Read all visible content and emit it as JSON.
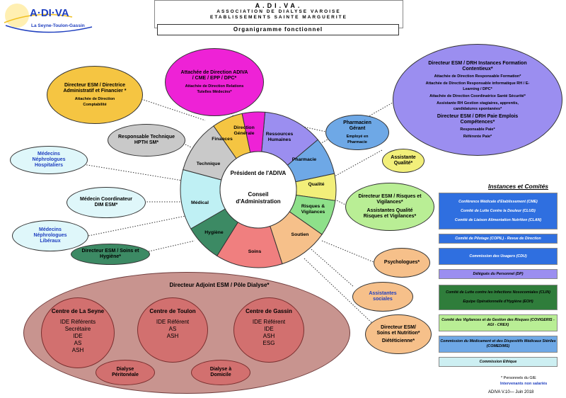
{
  "logo": {
    "name": "A·DI·VA",
    "subtitle": "La Seyne-Toulon-Gassin"
  },
  "header": {
    "title": "A.DI.VA.",
    "line1": "ASSOCIATION DE DIALYSE VAROISE",
    "line2": "ETABLISSEMENTS SAINTE MARGUERITE",
    "org_title": "Organigramme fonctionnel"
  },
  "center": {
    "president": "Président de l'ADIVA",
    "conseil": "Conseil d'Administration"
  },
  "sectors": [
    {
      "label": "Ressources Humaines",
      "color": "#9b8ef0"
    },
    {
      "label": "Pharmacie",
      "color": "#6ea8e6"
    },
    {
      "label": "Qualité",
      "color": "#f2ef7a"
    },
    {
      "label": "Risques & Vigilances",
      "color": "#8ee08a"
    },
    {
      "label": "Soutien",
      "color": "#f6c08a"
    },
    {
      "label": "Soins",
      "color": "#f07f7f"
    },
    {
      "label": "Hygiène",
      "color": "#3c8a64"
    },
    {
      "label": "Médical",
      "color": "#bff0f4"
    },
    {
      "label": "Technique",
      "color": "#c9c9c9"
    },
    {
      "label": "Finances",
      "color": "#f5c542"
    },
    {
      "label": "Direction Générale",
      "color": "#ee22d6"
    }
  ],
  "bubbles": {
    "attachee_direction": {
      "title": "Attachée de Direction ADIVA / CME / EPP / DPC*",
      "sub": "Attachée de Direction Relations Tutelles Médecins*",
      "color": "#ee22d6"
    },
    "directeur_esm_admin": {
      "title": "Directeur ESM / Directrice Administratif et Financier *",
      "sub": "Attachée de Direction Comptabilité",
      "color": "#f5c542"
    },
    "responsable_technique": {
      "title": "Responsable Technique HPTH SM*",
      "color": "#c9c9c9"
    },
    "medecins_hospitaliers": {
      "title": "Médecins Néphrologues Hospitaliers",
      "color": "#dff7fa"
    },
    "medecin_dim": {
      "title": "Médecin Coordinateur DIM ESM*",
      "color": "#dff7fa"
    },
    "medecins_liberaux": {
      "title": "Médecins Néphrologues Libéraux",
      "color": "#dff7fa"
    },
    "directeur_hygiene": {
      "title": "Directeur ESM / Soins et Hygiène*",
      "color": "#3c8a64"
    },
    "pharmacien": {
      "title": "Pharmacien Gérant",
      "sub": "Employé en Pharmacie",
      "color": "#6ea8e6"
    },
    "assistante_qualite": {
      "title": "Assistante Qualité*",
      "color": "#f2ef7a"
    },
    "directeur_risques": {
      "title": "Directeur ESM / Risques et Vigilances*",
      "sub": "Assistantes Qualité Risques et Vigilances*",
      "color": "#b9ee95"
    },
    "psychologues": {
      "title": "Psychologues*",
      "color": "#f6c08a"
    },
    "assistantes_sociales": {
      "title": "Assistantes sociales",
      "color": "#f6c08a"
    },
    "directeur_nutrition": {
      "title": "Directeur ESM/ Soins et Nutrition*",
      "sub": "Diététicienne*",
      "color": "#f6c08a"
    },
    "drh": {
      "title": "Directeur ESM / DRH Instances Formation Contentieux*",
      "items": [
        "Attachée de Direction Responsable Formation*",
        "Attachée de Direction Responsable informatique RH / E-Learning / DPC*",
        "Attachée de Direction Coordinatrice Santé Sécurité*",
        "Assistante RH Gestion stagiaires, apprentis, candidatures spontanées*"
      ],
      "title2": "Directeur ESM / DRH Paie Emplois Compétences*",
      "items2": [
        "Responsable Paie*",
        "Référente Paie*"
      ],
      "color": "#9b8ef0"
    }
  },
  "pole": {
    "title": "Directeur Adjoint ESM / Pôle Dialyse*",
    "centres": [
      {
        "name": "Centre de La Seyne",
        "lines": [
          "IDE Référents",
          "Secrétaire",
          "IDE",
          "AS",
          "ASH"
        ]
      },
      {
        "name": "Centre de Toulon",
        "lines": [
          "IDE Référent",
          "AS",
          "ASH"
        ]
      },
      {
        "name": "Centre de Gassin",
        "lines": [
          "IDE Référent",
          "IDE",
          "ASH",
          "ESG"
        ]
      }
    ],
    "dialyse_peritoneale": "Dialyse Péritonéale",
    "dialyse_domicile": "Dialyse à Domicile"
  },
  "comites": {
    "title": "Instances et Comités",
    "boxes": [
      {
        "lines": [
          "Conférence Médicale d'Etablissement (CME)",
          "Comité de Lutte Contre la Douleur (CLUD)",
          "Comité de Liaison Alimentation Nutrition (CLAN)"
        ],
        "color": "#2f6fe0",
        "text": "#ffffff"
      },
      {
        "lines": [
          "Comité de Pilotage (COPIL) - Revue de Direction"
        ],
        "color": "#2f6fe0",
        "text": "#ffffff"
      },
      {
        "lines": [
          "Commission des Usagers (CDU)"
        ],
        "color": "#2f6fe0",
        "text": "#ffffff"
      },
      {
        "lines": [
          "Délégués du Personnel (DP)"
        ],
        "color": "#9b8ef0",
        "text": "#000000"
      },
      {
        "lines": [
          "Comité de Lutte contre les Infections Nosocomiales (CLIN)",
          "Equipe Opérationnelle d'Hygiène (EOH)"
        ],
        "color": "#2f7d3b",
        "text": "#000000"
      },
      {
        "lines": [
          "Comité des Vigilances et de Gestion des Risques (COVIGERIS - AGI - CREX)"
        ],
        "color": "#b9ee95",
        "text": "#000000"
      },
      {
        "lines": [
          "Commission du Médicament et des Dispositifs Médicaux Stériles (COMEDIMS)"
        ],
        "color": "#6ea8e6",
        "text": "#000000"
      },
      {
        "lines": [
          "Commission Ethique"
        ],
        "color": "#cdeff2",
        "text": "#000000"
      }
    ]
  },
  "footer": {
    "gie": "* Personnels du GIE",
    "non_salaries": "Intervenants non salariés",
    "version": "ADIVA V.10— Juin 2018"
  }
}
